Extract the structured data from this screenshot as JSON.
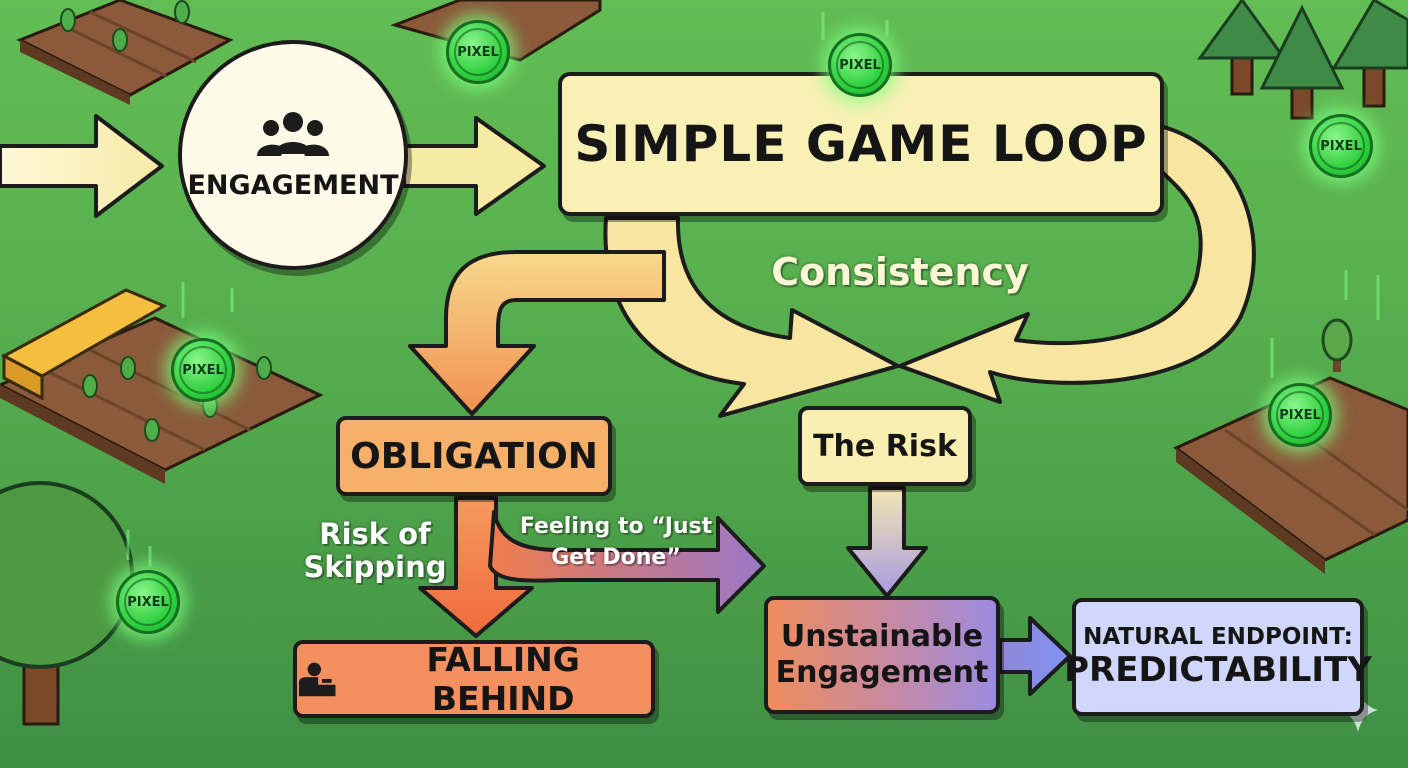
{
  "title": "SIMPLE GAME LOOP",
  "nodes": {
    "engagement": "ENGAGEMENT",
    "obligation": "OBLIGATION",
    "falling_behind": "FALLING BEHIND",
    "the_risk": "The Risk",
    "unsustainable": "Unstainable Engagement",
    "endpoint_line1": "NATURAL ENDPOINT:",
    "endpoint_line2": "PREDICTABILITY"
  },
  "labels": {
    "consistency": "Consistency",
    "risk_of_skipping": "Risk of Skipping",
    "feeling": "Feeling to “Just Get Done”"
  },
  "coin_label": "PIXEL",
  "icons": {
    "engagement": "users-group-icon",
    "falling_behind": "person-desk-icon",
    "coin": "pixel-token-coin-icon",
    "decor": [
      "farm-plot-icon",
      "tree-icon",
      "sparkle-icon"
    ]
  },
  "colors": {
    "background": "#56ad4d",
    "loop_box": "#f8f0b4",
    "obligation": "#f6b06a",
    "falling_behind": "#f39060",
    "endpoint": "#cfd7fb",
    "coin": "#2ccf3c"
  }
}
